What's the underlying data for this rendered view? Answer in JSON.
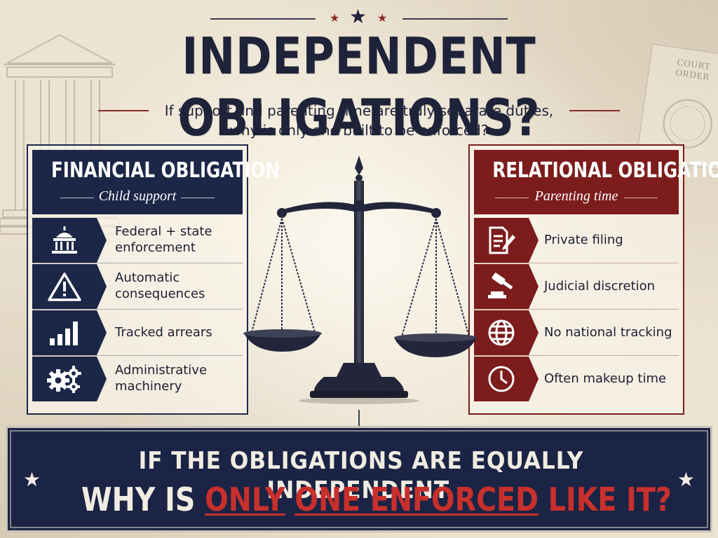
{
  "header": {
    "title": "INDEPENDENT OBLIGATIONS?",
    "subtitle_line1": "If support and parenting time are truly separate duties,",
    "subtitle_line2": "why is only one built to be enforced?"
  },
  "background": {
    "court_order_text": "COURT ORDER"
  },
  "left_panel": {
    "title": "FINANCIAL OBLIGATION",
    "subtitle": "Child support",
    "items": [
      {
        "icon": "capitol-building-icon",
        "label": "Federal + state enforcement"
      },
      {
        "icon": "warning-triangle-icon",
        "label": "Automatic consequences"
      },
      {
        "icon": "bar-chart-icon",
        "label": "Tracked arrears"
      },
      {
        "icon": "gears-icon",
        "label": "Administrative machinery"
      }
    ]
  },
  "right_panel": {
    "title": "RELATIONAL OBLIGATION",
    "subtitle": "Parenting time",
    "items": [
      {
        "icon": "document-pen-icon",
        "label": "Private filing"
      },
      {
        "icon": "gavel-icon",
        "label": "Judicial discretion"
      },
      {
        "icon": "globe-icon",
        "label": "No national tracking"
      },
      {
        "icon": "clock-icon",
        "label": "Often makeup time"
      }
    ]
  },
  "banner": {
    "line1": "IF THE OBLIGATIONS ARE EQUALLY INDEPENDENT,",
    "line2_part1": "WHY IS",
    "line2_part2": "ONLY",
    "line2_part3": "ONE ENFORCED",
    "line2_part4": "LIKE IT?"
  },
  "colors": {
    "navy": "#1c2647",
    "crimson": "#7c1c1c",
    "accent_red": "#c9302c",
    "parchment": "#ece3d1"
  }
}
